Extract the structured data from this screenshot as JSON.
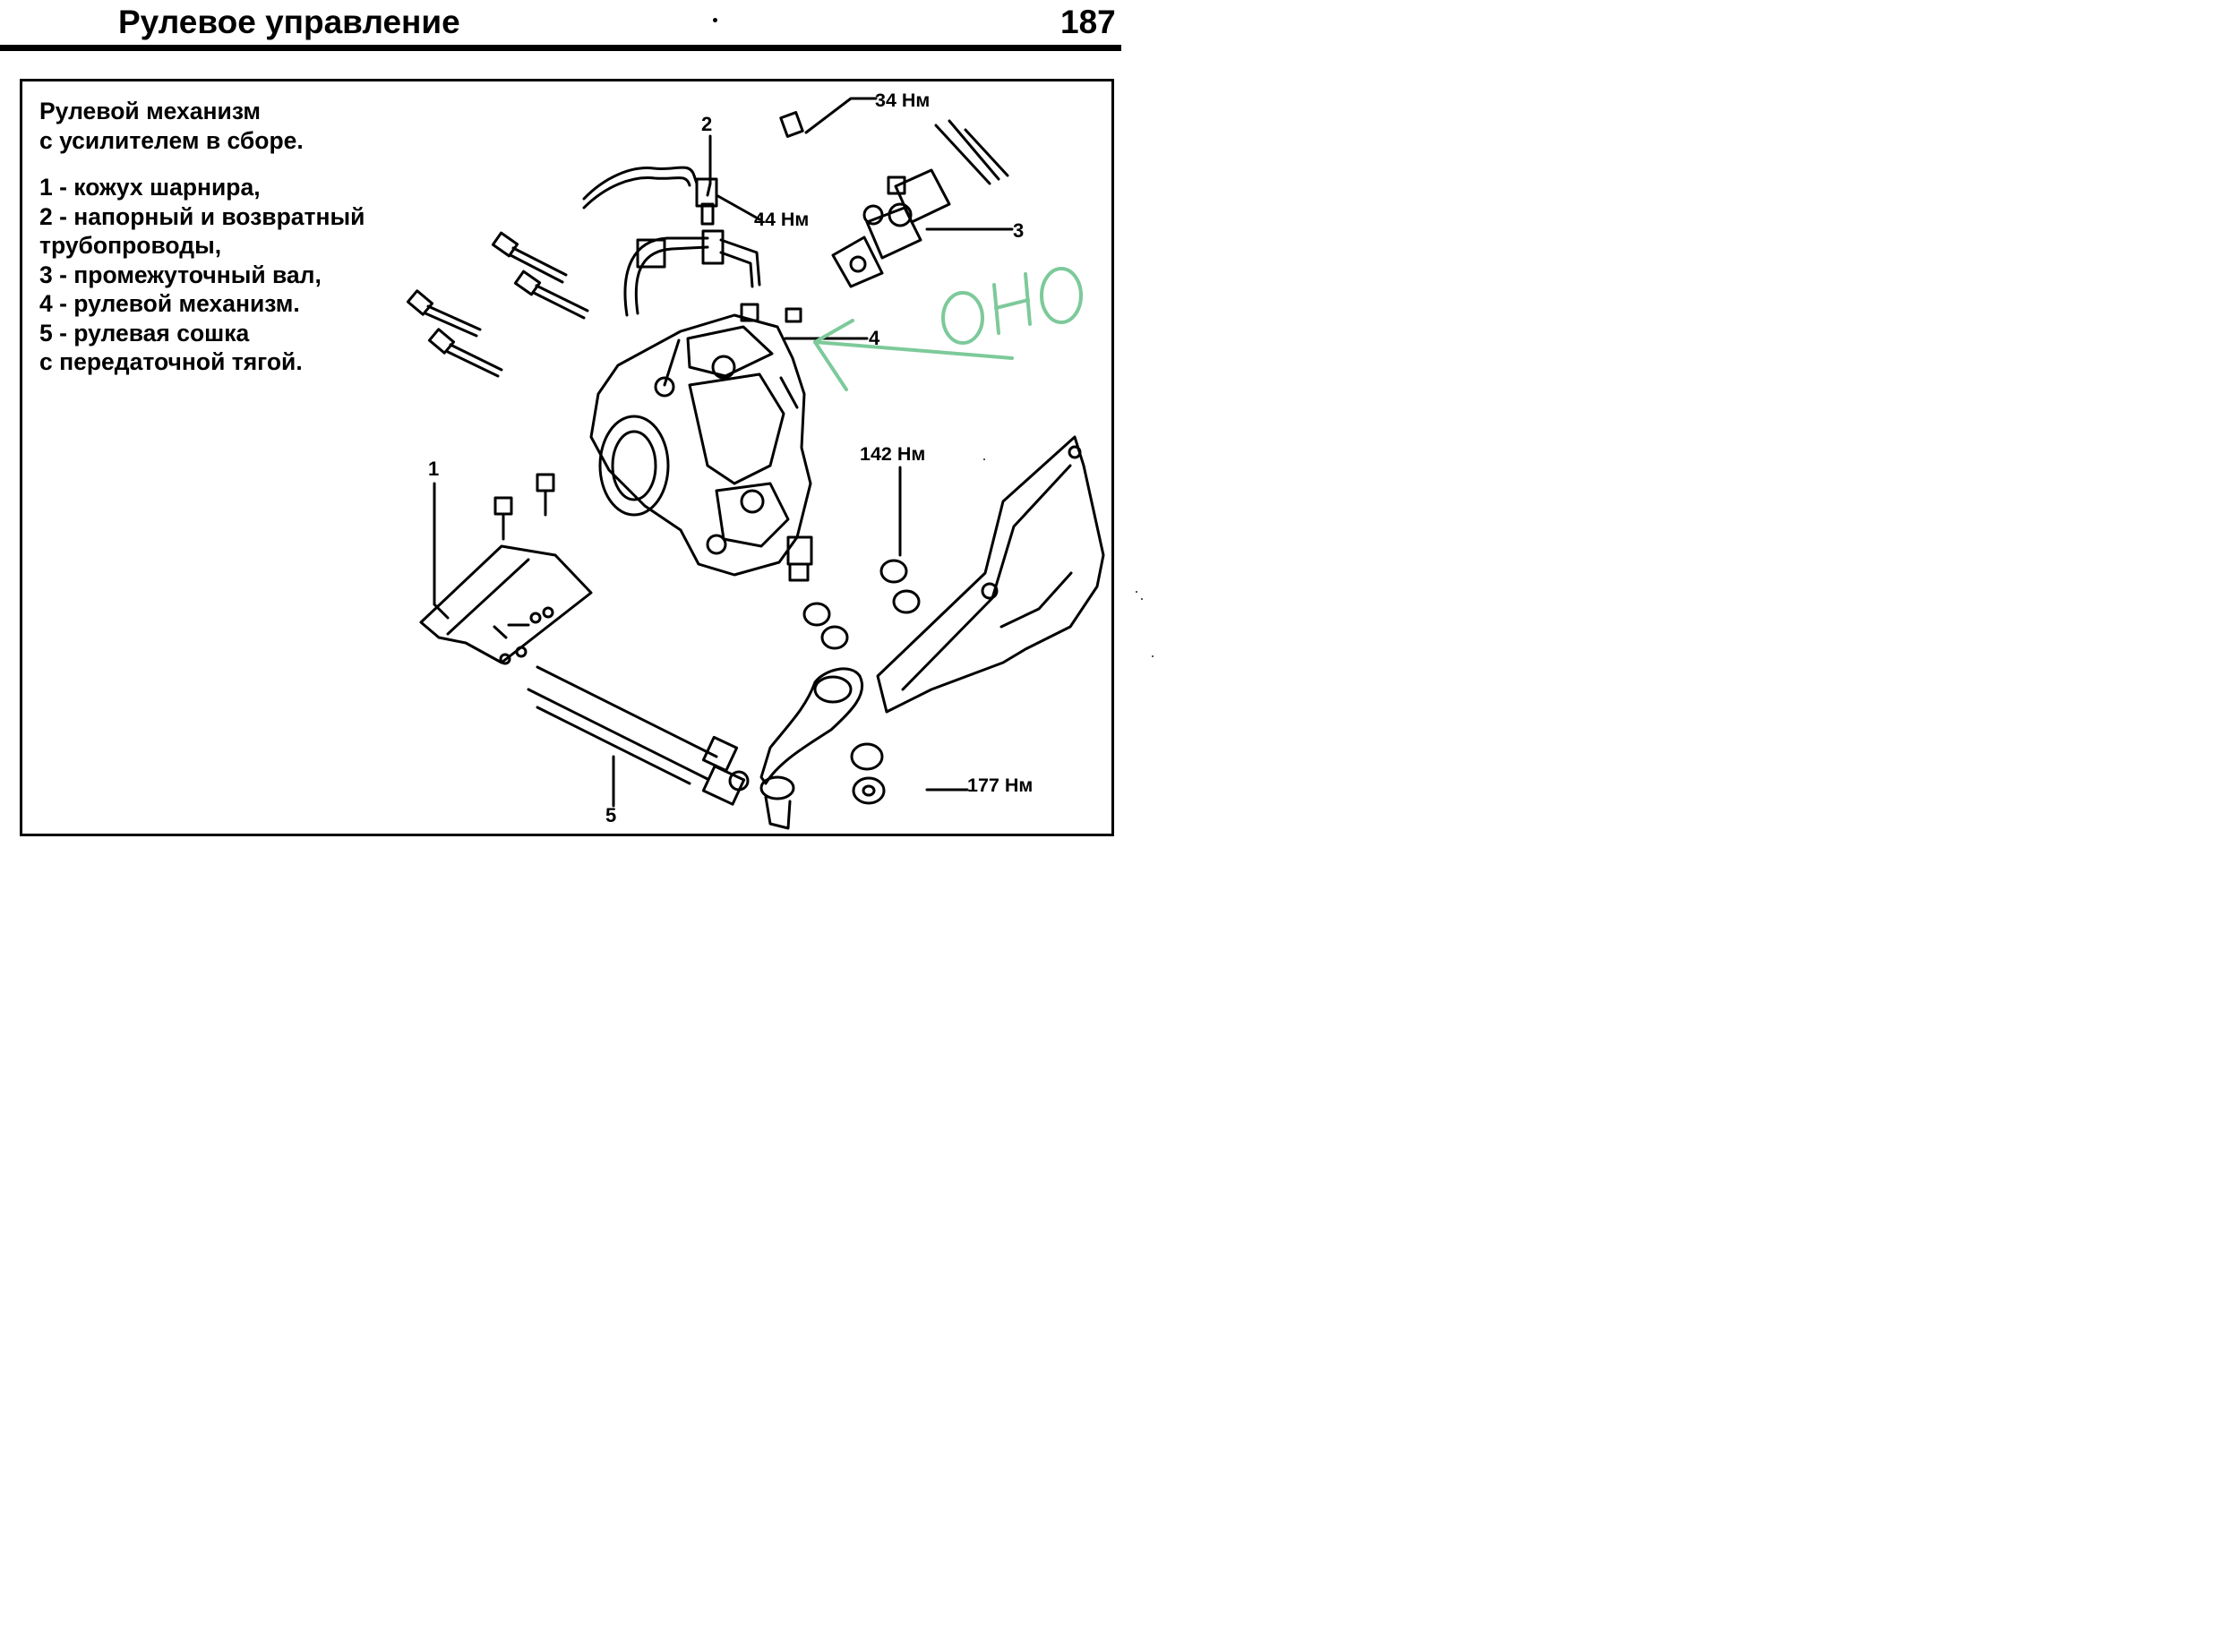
{
  "header": {
    "title": "Рулевое управление",
    "page_number": "187"
  },
  "caption": {
    "heading_lines": [
      "Рулевой механизм",
      "с усилителем в сборе."
    ],
    "legend_lines": [
      "1 - кожух шарнира,",
      "2 - напорный и возвратный",
      "трубопроводы,",
      "3 - промежуточный вал,",
      "4 - рулевой механизм.",
      "5 - рулевая сошка",
      "с передаточной тягой."
    ]
  },
  "callouts": {
    "c1": "1",
    "c2": "2",
    "c3": "3",
    "c4": "4",
    "c5": "5"
  },
  "torques": {
    "t34": "34 Нм",
    "t44": "44 Нм",
    "t142": "142 Нм",
    "t177": "177 Нм"
  },
  "handwritten_note": {
    "text": "ОНО",
    "color": "#7dc99a"
  }
}
